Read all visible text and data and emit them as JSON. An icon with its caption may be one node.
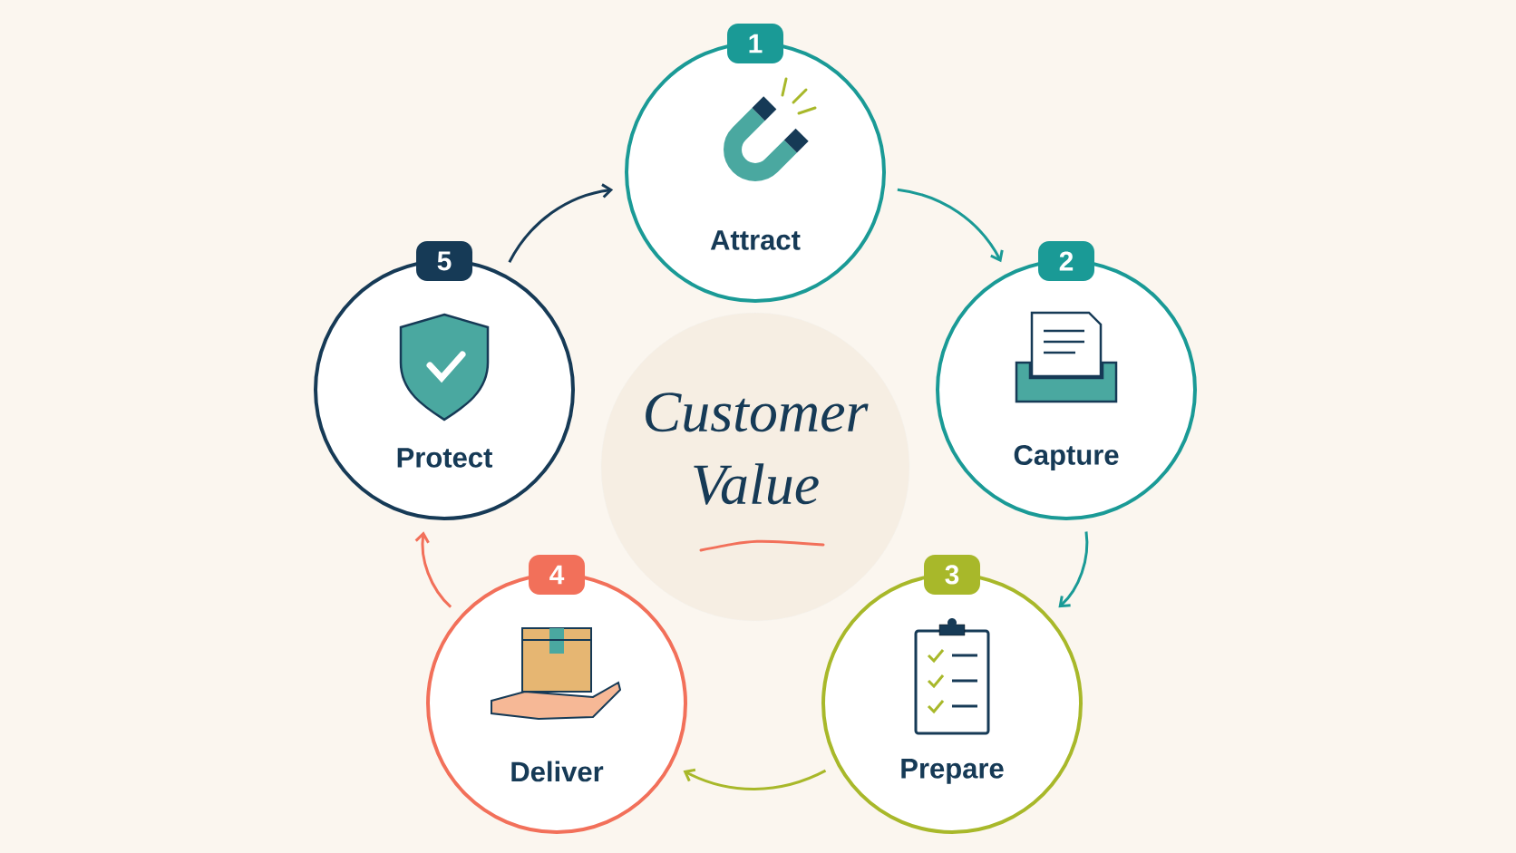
{
  "diagram": {
    "nodes": [
      {
        "text": [
          "1",
          "Attract"
        ]
      },
      {
        "text": [
          "2",
          "Capture"
        ]
      },
      {
        "text": [
          "3",
          "Prepare"
        ]
      },
      {
        "text": [
          "4",
          "Deliver"
        ]
      },
      {
        "text": [
          "5",
          "Protect"
        ]
      },
      {
        "text": [
          "Customer Value"
        ]
      }
    ],
    "edges": [
      {
        "from": 0,
        "to": 1,
        "arrow": "to",
        "color": "#1a9a96"
      },
      {
        "from": 1,
        "to": 2,
        "arrow": "to",
        "color": "#1a9a96"
      },
      {
        "from": 2,
        "to": 3,
        "arrow": "to",
        "color": "#a8b82a"
      },
      {
        "from": 3,
        "to": 4,
        "arrow": "to",
        "color": "#f2705a"
      },
      {
        "from": 4,
        "to": 0,
        "arrow": "to",
        "color": "#163a56"
      }
    ]
  }
}
